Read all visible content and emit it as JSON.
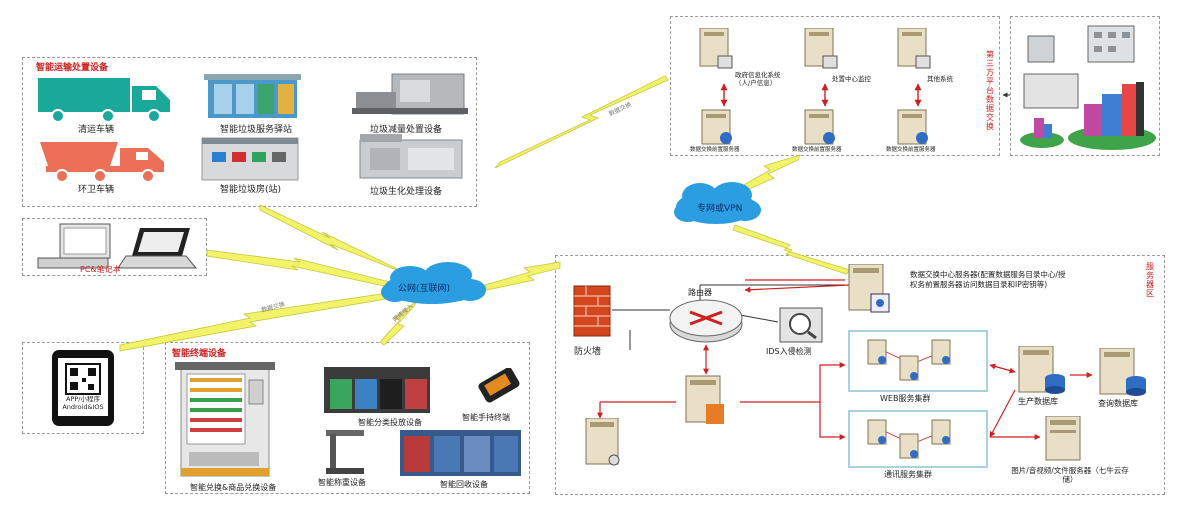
{
  "groups": {
    "transport": {
      "title": "智能运输处置设备",
      "items": [
        "清运车辆",
        "环卫车辆",
        "智能垃圾服务驿站",
        "智能垃圾房(站)",
        "垃圾减量处置设备",
        "垃圾生化处理设备"
      ]
    },
    "pc": {
      "label": "PC&笔记本"
    },
    "mobile": {
      "label": "APP/小程序 Android&IOS"
    },
    "terminal": {
      "title": "智能终端设备",
      "items": [
        "智能兑换&商品兑换设备",
        "智能分类投放设备",
        "智能手持终端",
        "智能称重设备",
        "智能回收设备"
      ]
    },
    "third_party": {
      "vertical_title": "第三方平台数据交换",
      "systems": [
        "政府信息化系统（人/户信息）",
        "处置中心监控",
        "其他系统"
      ],
      "servers": [
        "数据交换前置服务器",
        "数据交换前置服务器",
        "数据交换前置服务器"
      ]
    },
    "service_zone": {
      "vertical_title": "服务器区",
      "exchange_server": "数据交换中心服务器(配置数据服务目录中心/授权务前置服务器访问数据目录和IP密钥等)",
      "router": "路由器",
      "firewall": "防火墙",
      "ids": "IDS入侵检测",
      "web_cluster": "WEB服务集群",
      "comm_cluster": "通讯服务集群",
      "prod_db": "生产数据库",
      "query_db": "查询数据库",
      "file_server": "图片/音视频/文件服务器（七牛云存储）"
    }
  },
  "clouds": {
    "vpn": "专网或VPN",
    "internet": "公网(互联网)"
  },
  "link_labels": [
    "数据交换",
    "数据交换",
    "网络接入"
  ],
  "colors": {
    "accent": "#d02020",
    "cloud": "#2a9ee0",
    "bolt": "#f0f060",
    "cluster": "#bfe3ee"
  }
}
